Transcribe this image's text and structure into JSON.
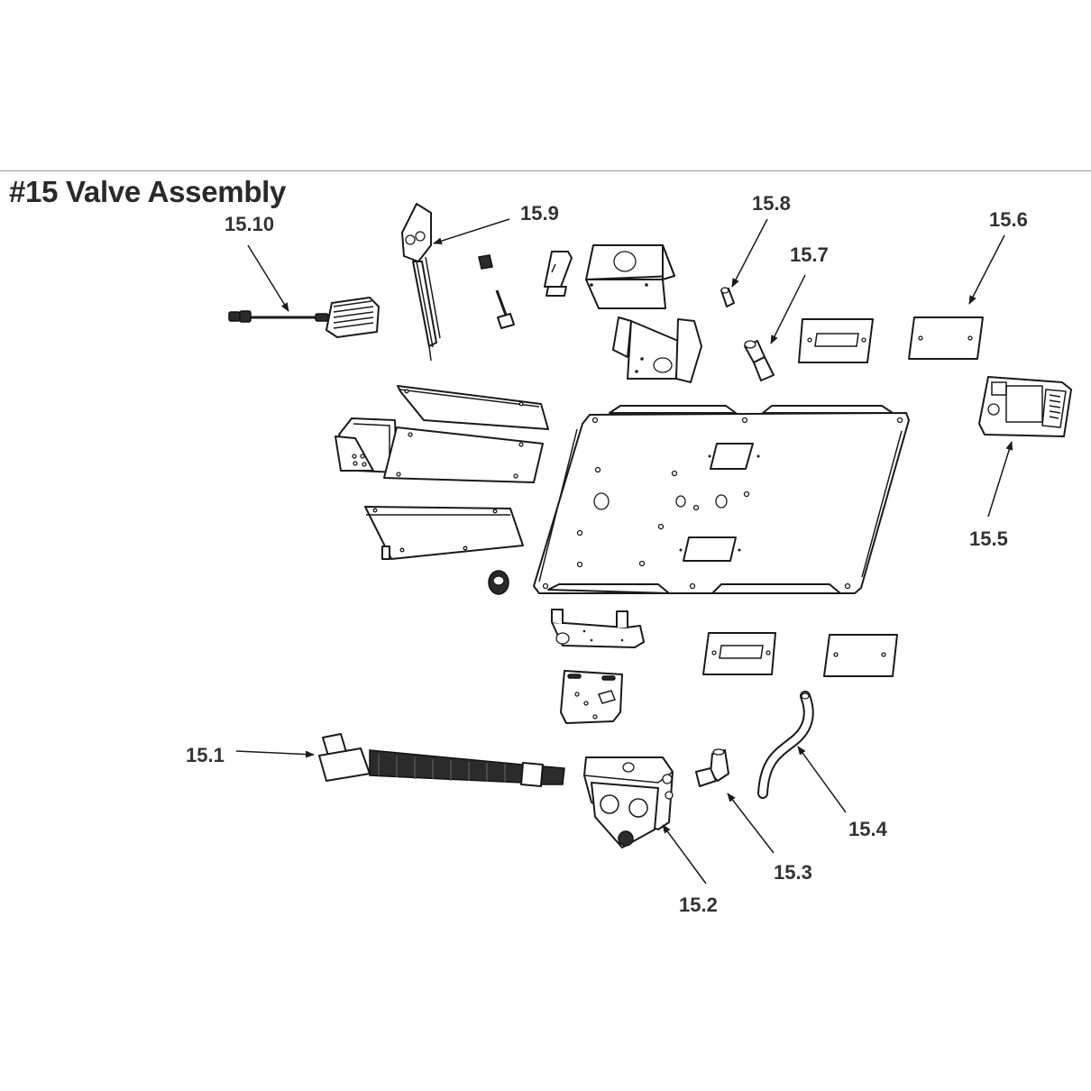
{
  "header": {
    "title": "#15 Valve Assembly"
  },
  "callouts": [
    {
      "id": "15.1",
      "label": "15.1"
    },
    {
      "id": "15.2",
      "label": "15.2"
    },
    {
      "id": "15.3",
      "label": "15.3"
    },
    {
      "id": "15.4",
      "label": "15.4"
    },
    {
      "id": "15.5",
      "label": "15.5"
    },
    {
      "id": "15.6",
      "label": "15.6"
    },
    {
      "id": "15.7",
      "label": "15.7"
    },
    {
      "id": "15.8",
      "label": "15.8"
    },
    {
      "id": "15.9",
      "label": "15.9"
    },
    {
      "id": "15.10",
      "label": "15.10"
    }
  ],
  "colors": {
    "line": "#1a1a1a",
    "label": "#333333",
    "rule": "#9a9a9a",
    "background": "#ffffff"
  }
}
